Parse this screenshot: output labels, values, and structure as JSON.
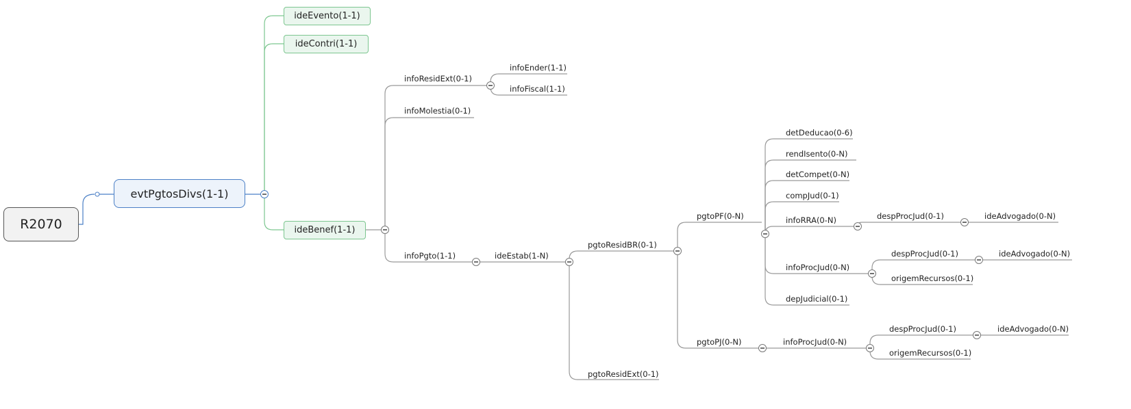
{
  "root": {
    "label": "R2070"
  },
  "event": {
    "label": "evtPgtosDivs(1-1)"
  },
  "level1": {
    "ideEvento": "ideEvento(1-1)",
    "ideContri": "ideContri(1-1)",
    "ideBenef": "ideBenef(1-1)"
  },
  "ideBenef": {
    "infoResidExt": "infoResidExt(0-1)",
    "infoEnder": "infoEnder(1-1)",
    "infoFiscal": "infoFiscal(1-1)",
    "infoMolestia": "infoMolestia(0-1)",
    "infoPgto": "infoPgto(1-1)"
  },
  "infoPgto": {
    "ideEstab": "ideEstab(1-N)",
    "pgtoResidBR": "pgtoResidBR(0-1)",
    "pgtoResidExt": "pgtoResidExt(0-1)"
  },
  "pgtoPF": {
    "label": "pgtoPF(0-N)",
    "detDeducao": "detDeducao(0-6)",
    "rendIsento": "rendIsento(0-N)",
    "detCompet": "detCompet(0-N)",
    "compJud": "compJud(0-1)",
    "infoRRA": "infoRRA(0-N)",
    "rra_despProcJud": "despProcJud(0-1)",
    "rra_ideAdvogado": "ideAdvogado(0-N)",
    "infoProcJud": "infoProcJud(0-N)",
    "pj_despProcJud": "despProcJud(0-1)",
    "pj_ideAdvogado": "ideAdvogado(0-N)",
    "origemRecursos": "origemRecursos(0-1)",
    "depJudicial": "depJudicial(0-1)"
  },
  "pgtoPJ": {
    "label": "pgtoPJ(0-N)",
    "infoProcJud": "infoProcJud(0-N)",
    "despProcJud": "despProcJud(0-1)",
    "ideAdvogado": "ideAdvogado(0-N)",
    "origemRecursos": "origemRecursos(0-1)"
  },
  "colors": {
    "root_line": "#4a7fc6",
    "level1_line": "#7cc68f",
    "branch_line": "#999999"
  }
}
